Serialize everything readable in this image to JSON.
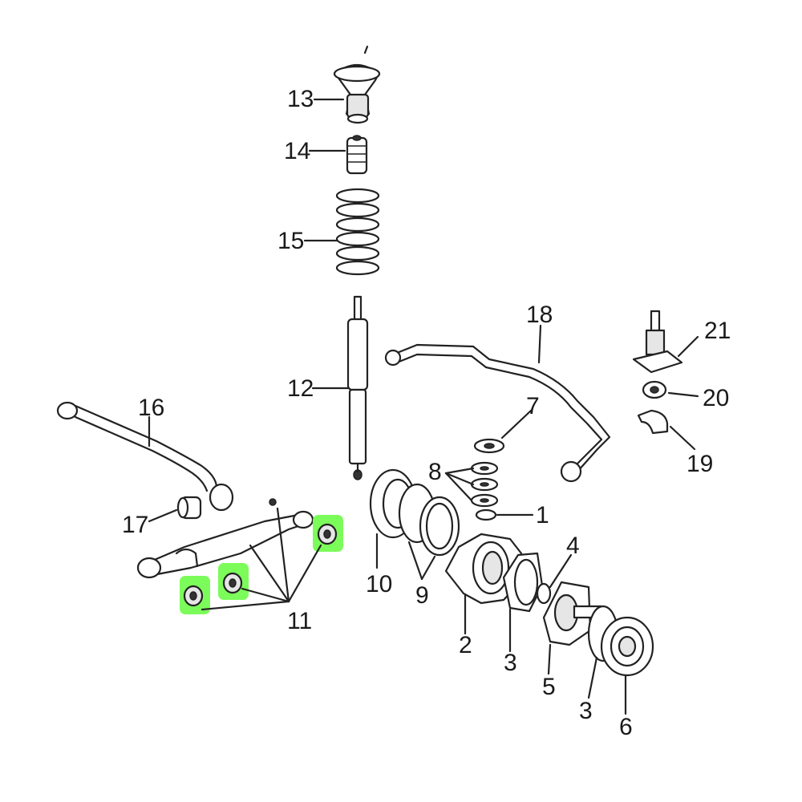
{
  "highlight_color": "#7CFC5A",
  "line_color": "#222222",
  "labels": {
    "l1": "1",
    "l2": "2",
    "l3a": "3",
    "l3b": "3",
    "l4": "4",
    "l5": "5",
    "l6": "6",
    "l7": "7",
    "l8": "8",
    "l9": "9",
    "l10": "10",
    "l11": "11",
    "l12": "12",
    "l13": "13",
    "l14": "14",
    "l15": "15",
    "l16": "16",
    "l17": "17",
    "l18": "18",
    "l19": "19",
    "l20": "20",
    "l21": "21"
  },
  "highlighted_part": "11"
}
